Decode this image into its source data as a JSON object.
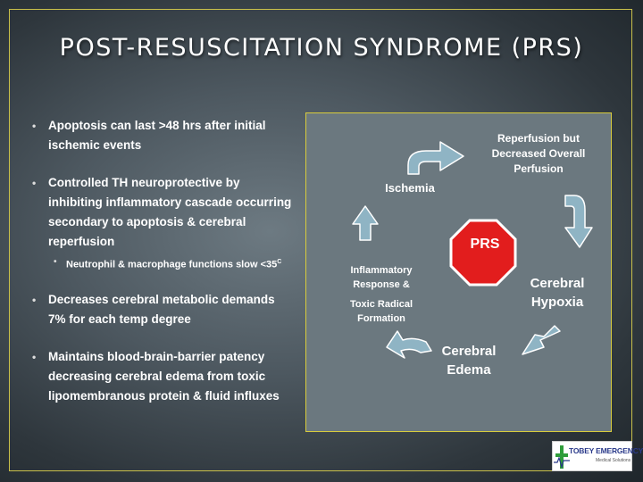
{
  "slide": {
    "title": "POST-RESUSCITATION SYNDROME (PRS)"
  },
  "bullets": [
    "Apoptosis can last >48 hrs after initial ischemic events",
    "Controlled TH neuroprotective by inhibiting inflammatory cascade occurring secondary to apoptosis & cerebral reperfusion",
    "Decreases cerebral metabolic demands 7% for each temp degree",
    "Maintains blood-brain-barrier patency decreasing cerebral edema from toxic lipomembranous protein & fluid influxes"
  ],
  "sub_bullet": {
    "text": "Neutrophil & macrophage functions slow <35",
    "superscript": "C"
  },
  "cycle": {
    "center": "PRS",
    "ischemia": "Ischemia",
    "reperfusion": "Reperfusion but Decreased Overall Perfusion",
    "hypoxia": "Cerebral Hypoxia",
    "edema": "Cerebral Edema",
    "inflammatory_line1": "Inflammatory Response &",
    "inflammatory_line2": "Toxic Radical Formation"
  },
  "logo": {
    "text": "TOBEY EMERGENCY",
    "subtext": "Medical Solutions"
  },
  "colors": {
    "stop_sign": "#e21d1d",
    "arrow": "#8fb4c4",
    "border": "#d8cc3c",
    "logo_text": "#2a3a8a"
  }
}
